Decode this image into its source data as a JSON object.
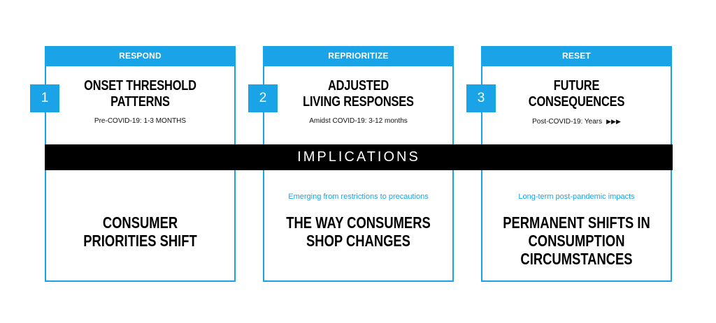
{
  "columns": [
    {
      "header": "RESPOND",
      "number": "1",
      "title": "ONSET THRESHOLD\nPATTERNS",
      "subtitle": "Pre-COVID-19: 1-3 MONTHS",
      "lower_subtitle": "",
      "lower_title": "CONSUMER\nPRIORITIES SHIFT"
    },
    {
      "header": "REPRIORITIZE",
      "number": "2",
      "title": "ADJUSTED\nLIVING RESPONSES",
      "subtitle": "Amidst COVID-19: 3-12 months",
      "lower_subtitle": "Emerging from restrictions to precautions",
      "lower_title": "THE WAY CONSUMERS\nSHOP CHANGES"
    },
    {
      "header": "RESET",
      "number": "3",
      "title": "FUTURE\nCONSEQUENCES",
      "subtitle": "Post-COVID-19: Years",
      "arrows": "▶▶▶",
      "lower_subtitle": "Long-term post-pandemic impacts",
      "lower_title": "PERMANENT SHIFTS IN\nCONSUMPTION\nCIRCUMSTANCES"
    }
  ],
  "band": {
    "label": "IMPLICATIONS"
  },
  "colors": {
    "accent": "#1aa3e6",
    "band": "#000000"
  }
}
